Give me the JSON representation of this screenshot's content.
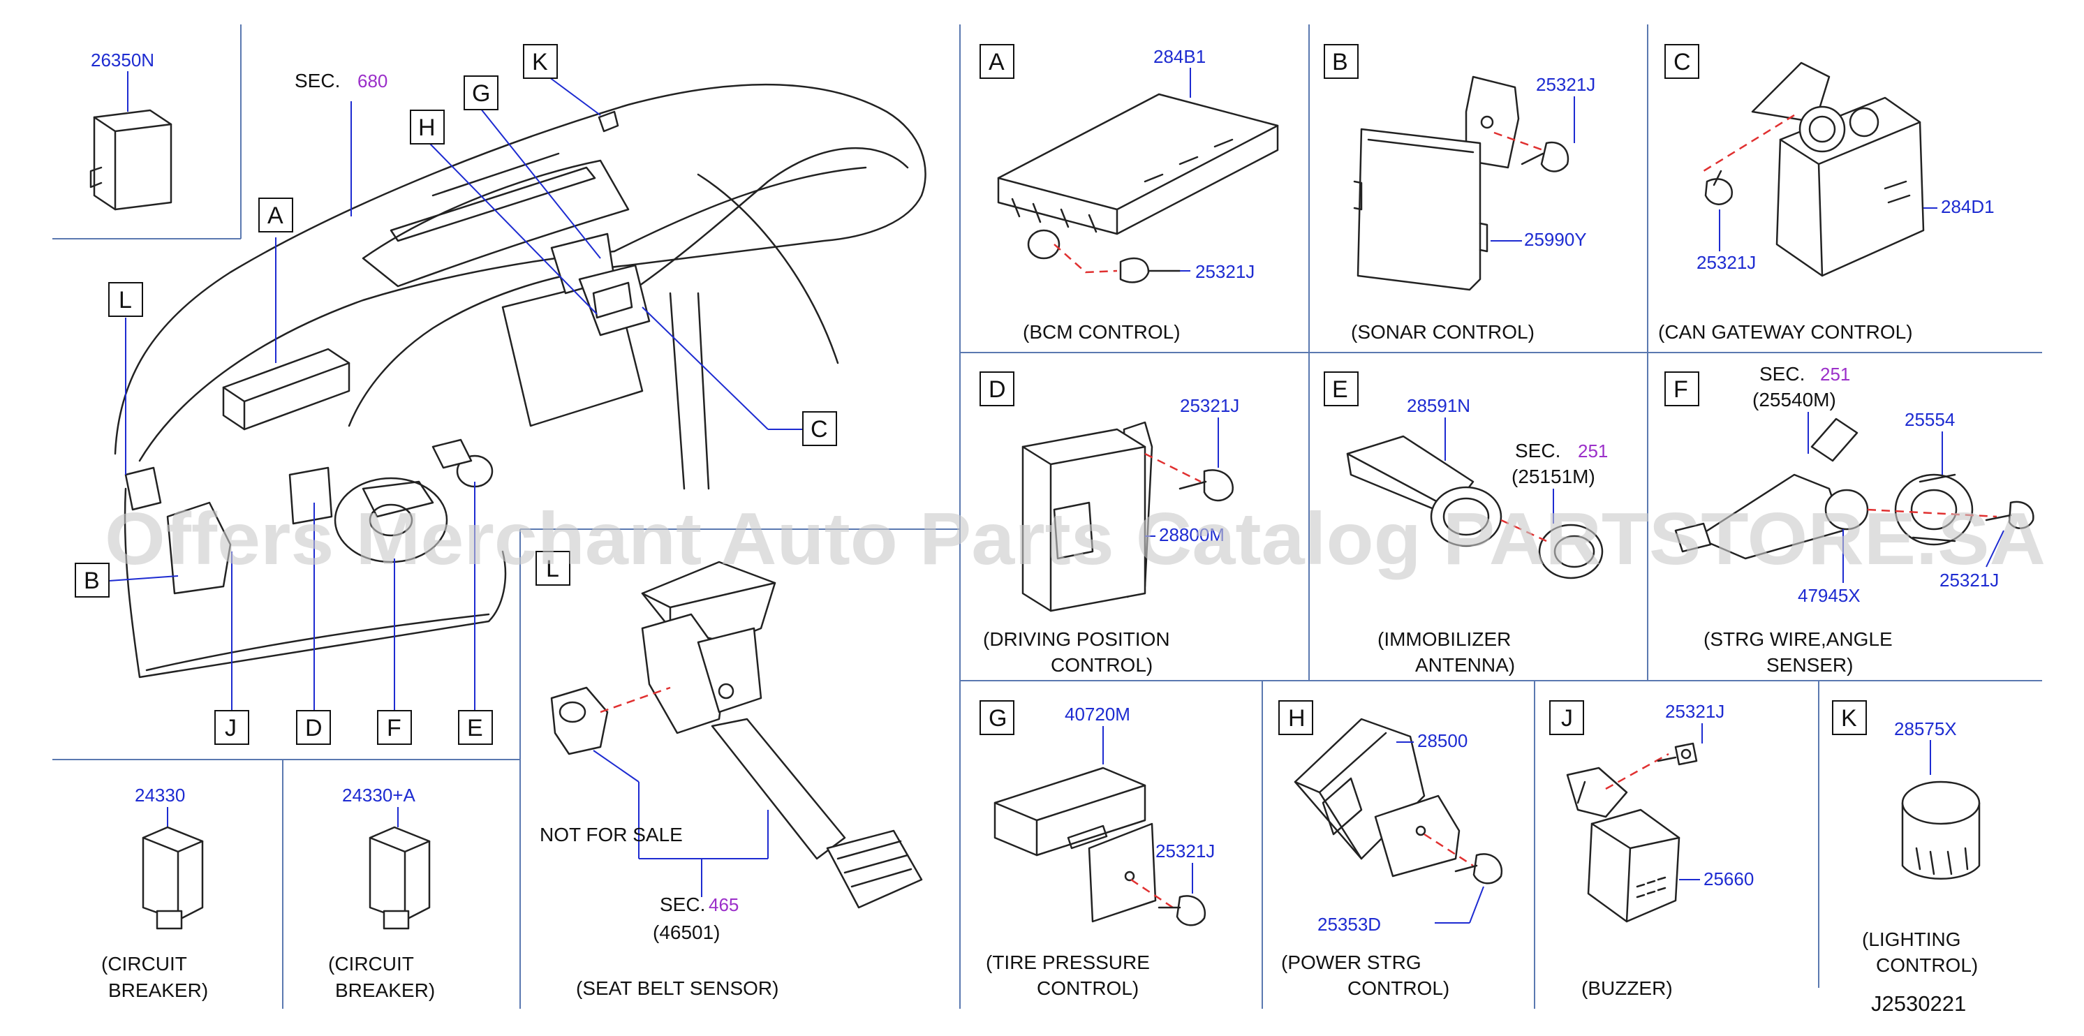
{
  "diagram_id": "J2530221",
  "watermark": "Offers Merchant Auto Parts Catalog PARTSTORE.SA",
  "overview": {
    "sec_label": "SEC.",
    "sec_number": "680",
    "letters": [
      "K",
      "G",
      "H",
      "A",
      "L",
      "C",
      "B",
      "J",
      "D",
      "F",
      "E"
    ]
  },
  "top_left_part": "26350N",
  "circuit_breaker_1": {
    "part": "24330",
    "caption1": "(CIRCUIT",
    "caption2": "BREAKER)"
  },
  "circuit_breaker_2": {
    "part": "24330+A",
    "caption1": "(CIRCUIT",
    "caption2": "BREAKER)"
  },
  "panel_l": {
    "letter": "L",
    "not_for_sale": "NOT   FOR   SALE",
    "sec_label": "SEC.",
    "sec_number": "465",
    "sec_part": "(46501)",
    "caption": "(SEAT   BELT   SENSOR)"
  },
  "panel_a": {
    "letter": "A",
    "parts": [
      "284B1",
      "25321J"
    ],
    "caption": "(BCM   CONTROL)"
  },
  "panel_b": {
    "letter": "B",
    "parts": [
      "25321J",
      "25990Y"
    ],
    "caption": "(SONAR   CONTROL)"
  },
  "panel_c": {
    "letter": "C",
    "parts": [
      "284D1",
      "25321J"
    ],
    "caption": "(CAN   GATEWAY   CONTROL)"
  },
  "panel_d": {
    "letter": "D",
    "parts": [
      "25321J",
      "28800M"
    ],
    "caption1": "(DRIVING   POSITION",
    "caption2": "CONTROL)"
  },
  "panel_e": {
    "letter": "E",
    "parts": [
      "28591N"
    ],
    "sec_label": "SEC.",
    "sec_number": "251",
    "sec_part": "(25151M)",
    "caption1": "(IMMOBILIZER",
    "caption2": "ANTENNA)"
  },
  "panel_f": {
    "letter": "F",
    "parts": [
      "25554",
      "47945X",
      "25321J"
    ],
    "sec_label": "SEC.",
    "sec_number": "251",
    "sec_part": "(25540M)",
    "caption1": "(STRG   WIRE,ANGLE",
    "caption2": "SENSER)"
  },
  "panel_g": {
    "letter": "G",
    "parts": [
      "40720M",
      "25321J"
    ],
    "caption1": "(TIRE   PRESSURE",
    "caption2": "CONTROL)"
  },
  "panel_h": {
    "letter": "H",
    "parts": [
      "28500",
      "25353D"
    ],
    "caption1": "(POWER   STRG",
    "caption2": "CONTROL)"
  },
  "panel_j": {
    "letter": "J",
    "parts": [
      "25321J",
      "25660"
    ],
    "caption": "(BUZZER)"
  },
  "panel_k": {
    "letter": "K",
    "parts": [
      "28575X"
    ],
    "caption1": "(LIGHTING",
    "caption2": "CONTROL)"
  }
}
